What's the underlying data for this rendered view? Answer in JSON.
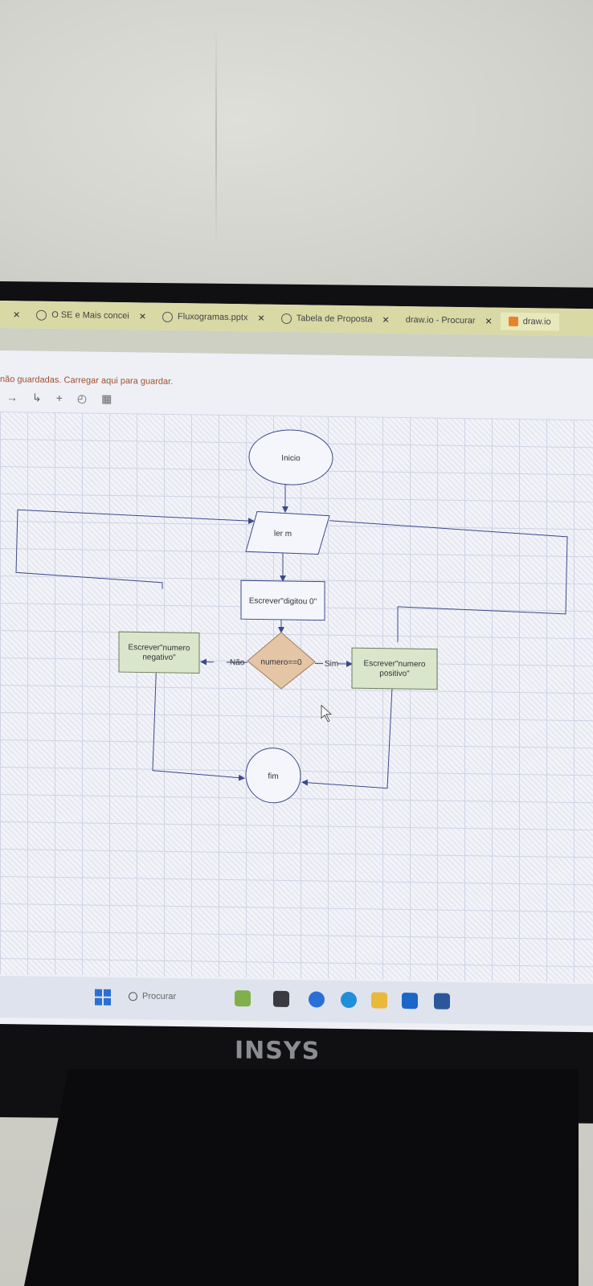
{
  "browser": {
    "tabs": [
      {
        "label": "O SE e Mais concei",
        "icon": "globe-icon"
      },
      {
        "label": "Fluxogramas.pptx",
        "icon": "globe-icon"
      },
      {
        "label": "Tabela de Proposta",
        "icon": "globe-icon"
      },
      {
        "label": "draw.io - Procurar",
        "icon": "search-icon"
      },
      {
        "label": "draw.io",
        "icon": "drawio-icon",
        "active": true
      }
    ]
  },
  "editor": {
    "notice": "não guardadas. Carregar aqui para guardar.",
    "toolbar": [
      "→",
      "↳",
      "+",
      "shapes-icon",
      "table-icon"
    ]
  },
  "diagram": {
    "start": "Inicio",
    "input": "ler m",
    "output1": "Escrever\"digitou 0\"",
    "decision": "numero==0",
    "no_label": "Não",
    "yes_label": "Sim",
    "negative": [
      "Escrever\"numero",
      "negativo\""
    ],
    "positive": [
      "Escrever\"numero",
      "positivo\""
    ],
    "end": "fim"
  },
  "taskbar": {
    "search_label": "Procurar"
  },
  "monitor": {
    "brand": "INSYS"
  },
  "colors": {
    "tabbar": "#d9d9a6",
    "canvas": "#f3f4fa",
    "decision_fill": "#e4c5a6",
    "box_fill": "#d9e6cc",
    "accent": "#2a6fd6"
  }
}
